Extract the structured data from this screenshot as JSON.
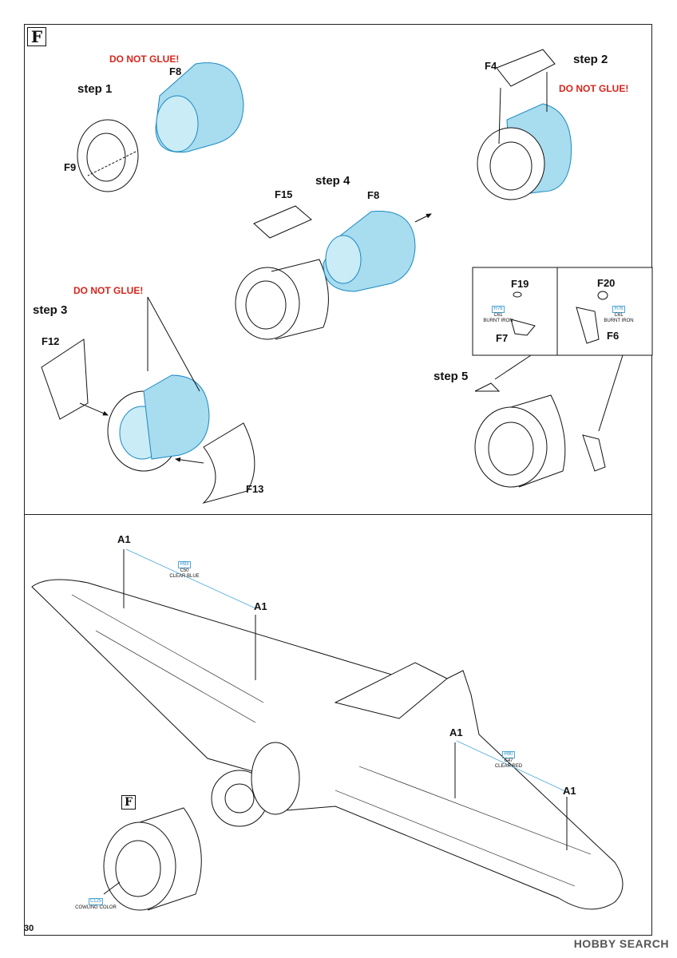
{
  "section_letter": "F",
  "page_number": "30",
  "watermark": "HOBBY SEARCH",
  "steps": {
    "step1": "step 1",
    "step2": "step 2",
    "step3": "step 3",
    "step4": "step 4",
    "step5": "step 5"
  },
  "warnings": {
    "w1": "DO NOT GLUE!",
    "w2": "DO NOT GLUE!",
    "w3": "DO NOT GLUE!"
  },
  "parts": {
    "f8_a": "F8",
    "f9": "F9",
    "f4": "F4",
    "f15": "F15",
    "f8_b": "F8",
    "f12": "F12",
    "f13": "F13",
    "f19": "F19",
    "f20": "F20",
    "f7": "F7",
    "f6": "F6",
    "a1_1": "A1",
    "a1_2": "A1",
    "a1_3": "A1",
    "a1_4": "A1"
  },
  "colors": {
    "c1_code": "H76",
    "c1_ref": "C61",
    "c1_name": "BURNT IRON",
    "c2_code": "H76",
    "c2_ref": "C61",
    "c2_name": "BURNT IRON",
    "c3_code": "H93",
    "c3_ref": "C50",
    "c3_name": "CLEAR BLUE",
    "c4_code": "H90",
    "c4_ref": "C47",
    "c4_name": "CLEAR RED",
    "c5_ref": "C125",
    "c5_name": "COWLING COLOR"
  },
  "accent_colors": {
    "highlight_blue": "#a8dcef",
    "warning_red": "#d6261c",
    "callout_line": "#4aa8d8"
  }
}
